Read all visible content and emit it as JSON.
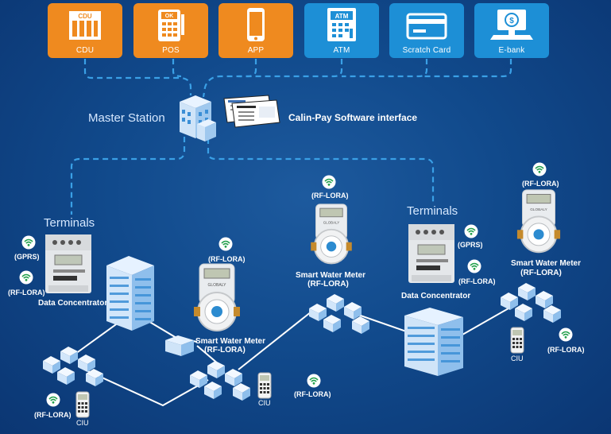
{
  "channels": [
    {
      "label": "CDU",
      "icon": "cdu-icon",
      "icon_text": "CDU",
      "color": "#ef8a1f"
    },
    {
      "label": "POS",
      "icon": "pos-terminal-icon",
      "icon_text": "OK",
      "color": "#ef8a1f"
    },
    {
      "label": "APP",
      "icon": "smartphone-icon",
      "color": "#ef8a1f"
    },
    {
      "label": "ATM",
      "icon": "atm-icon",
      "icon_text": "ATM",
      "color": "#1d8fd6"
    },
    {
      "label": "Scratch Card",
      "icon": "scratch-card-icon",
      "color": "#1d8fd6"
    },
    {
      "label": "E-bank",
      "icon": "e-bank-computer-icon",
      "color": "#1d8fd6"
    }
  ],
  "master": {
    "label": "Master Station",
    "software_label": "Calin-Pay Software interface"
  },
  "left_group": {
    "terminals_label": "Terminals",
    "gprs_label": "(GPRS)",
    "rf_label": "(RF-LORA)",
    "concentrator_label": "Data Concentrator",
    "meter_rf_label": "(RF-LORA)",
    "meter_label": "Smart Water Meter",
    "meter_label_rf": "(RF-LORA)",
    "ciu_rf_label": "(RF-LORA)",
    "ciu_label": "CIU",
    "ciu2_label": "CIU",
    "ciu2_rf_label": "(RF-LORA)"
  },
  "center_meter": {
    "rf_label": "(RF-LORA)",
    "meter_label": "Smart Water Meter",
    "meter_label_rf": "(RF-LORA)"
  },
  "right_group": {
    "terminals_label": "Terminals",
    "gprs_label": "(GPRS)",
    "rf_label": "(RF-LORA)",
    "concentrator_label": "Data Concentrator",
    "meter_rf_label": "(RF-LORA)",
    "meter_label": "Smart Water Meter",
    "meter_label_rf": "(RF-LORA)",
    "ciu_label": "CIU",
    "ciu_rf_label": "(RF-LORA)"
  },
  "meter_display": {
    "brand": "GLOBALY"
  },
  "colors": {
    "orange": "#ef8a1f",
    "blue": "#1d8fd6",
    "link": "#3aa0e6",
    "background": "#114a8c"
  }
}
